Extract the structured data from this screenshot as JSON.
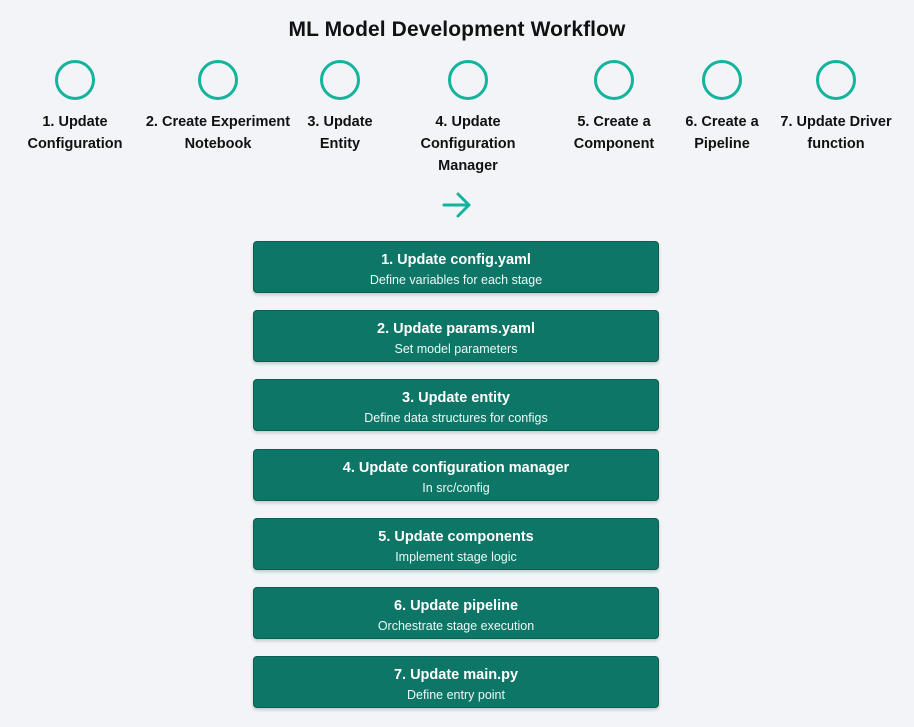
{
  "title": "ML Model Development Workflow",
  "colors": {
    "accent": "#14b39c",
    "card_bg": "#0e7667",
    "background": "#f2f4f7"
  },
  "steps": [
    {
      "label": "1. Update\nConfiguration"
    },
    {
      "label": "2. Create Experiment\nNotebook"
    },
    {
      "label": "3. Update\nEntity"
    },
    {
      "label": "4. Update Configuration\nManager"
    },
    {
      "label": "5. Create a\nComponent"
    },
    {
      "label": "6. Create a\nPipeline"
    },
    {
      "label": "7. Update Driver\nfunction"
    }
  ],
  "arrow_icon": "arrow-right-icon",
  "cards": [
    {
      "title": "1. Update config.yaml",
      "desc": "Define variables for each stage"
    },
    {
      "title": "2. Update params.yaml",
      "desc": "Set model parameters"
    },
    {
      "title": "3. Update entity",
      "desc": "Define data structures for configs"
    },
    {
      "title": "4. Update configuration manager",
      "desc": "In src/config"
    },
    {
      "title": "5. Update components",
      "desc": "Implement stage logic"
    },
    {
      "title": "6. Update pipeline",
      "desc": "Orchestrate stage execution"
    },
    {
      "title": "7. Update main.py",
      "desc": "Define entry point"
    }
  ]
}
